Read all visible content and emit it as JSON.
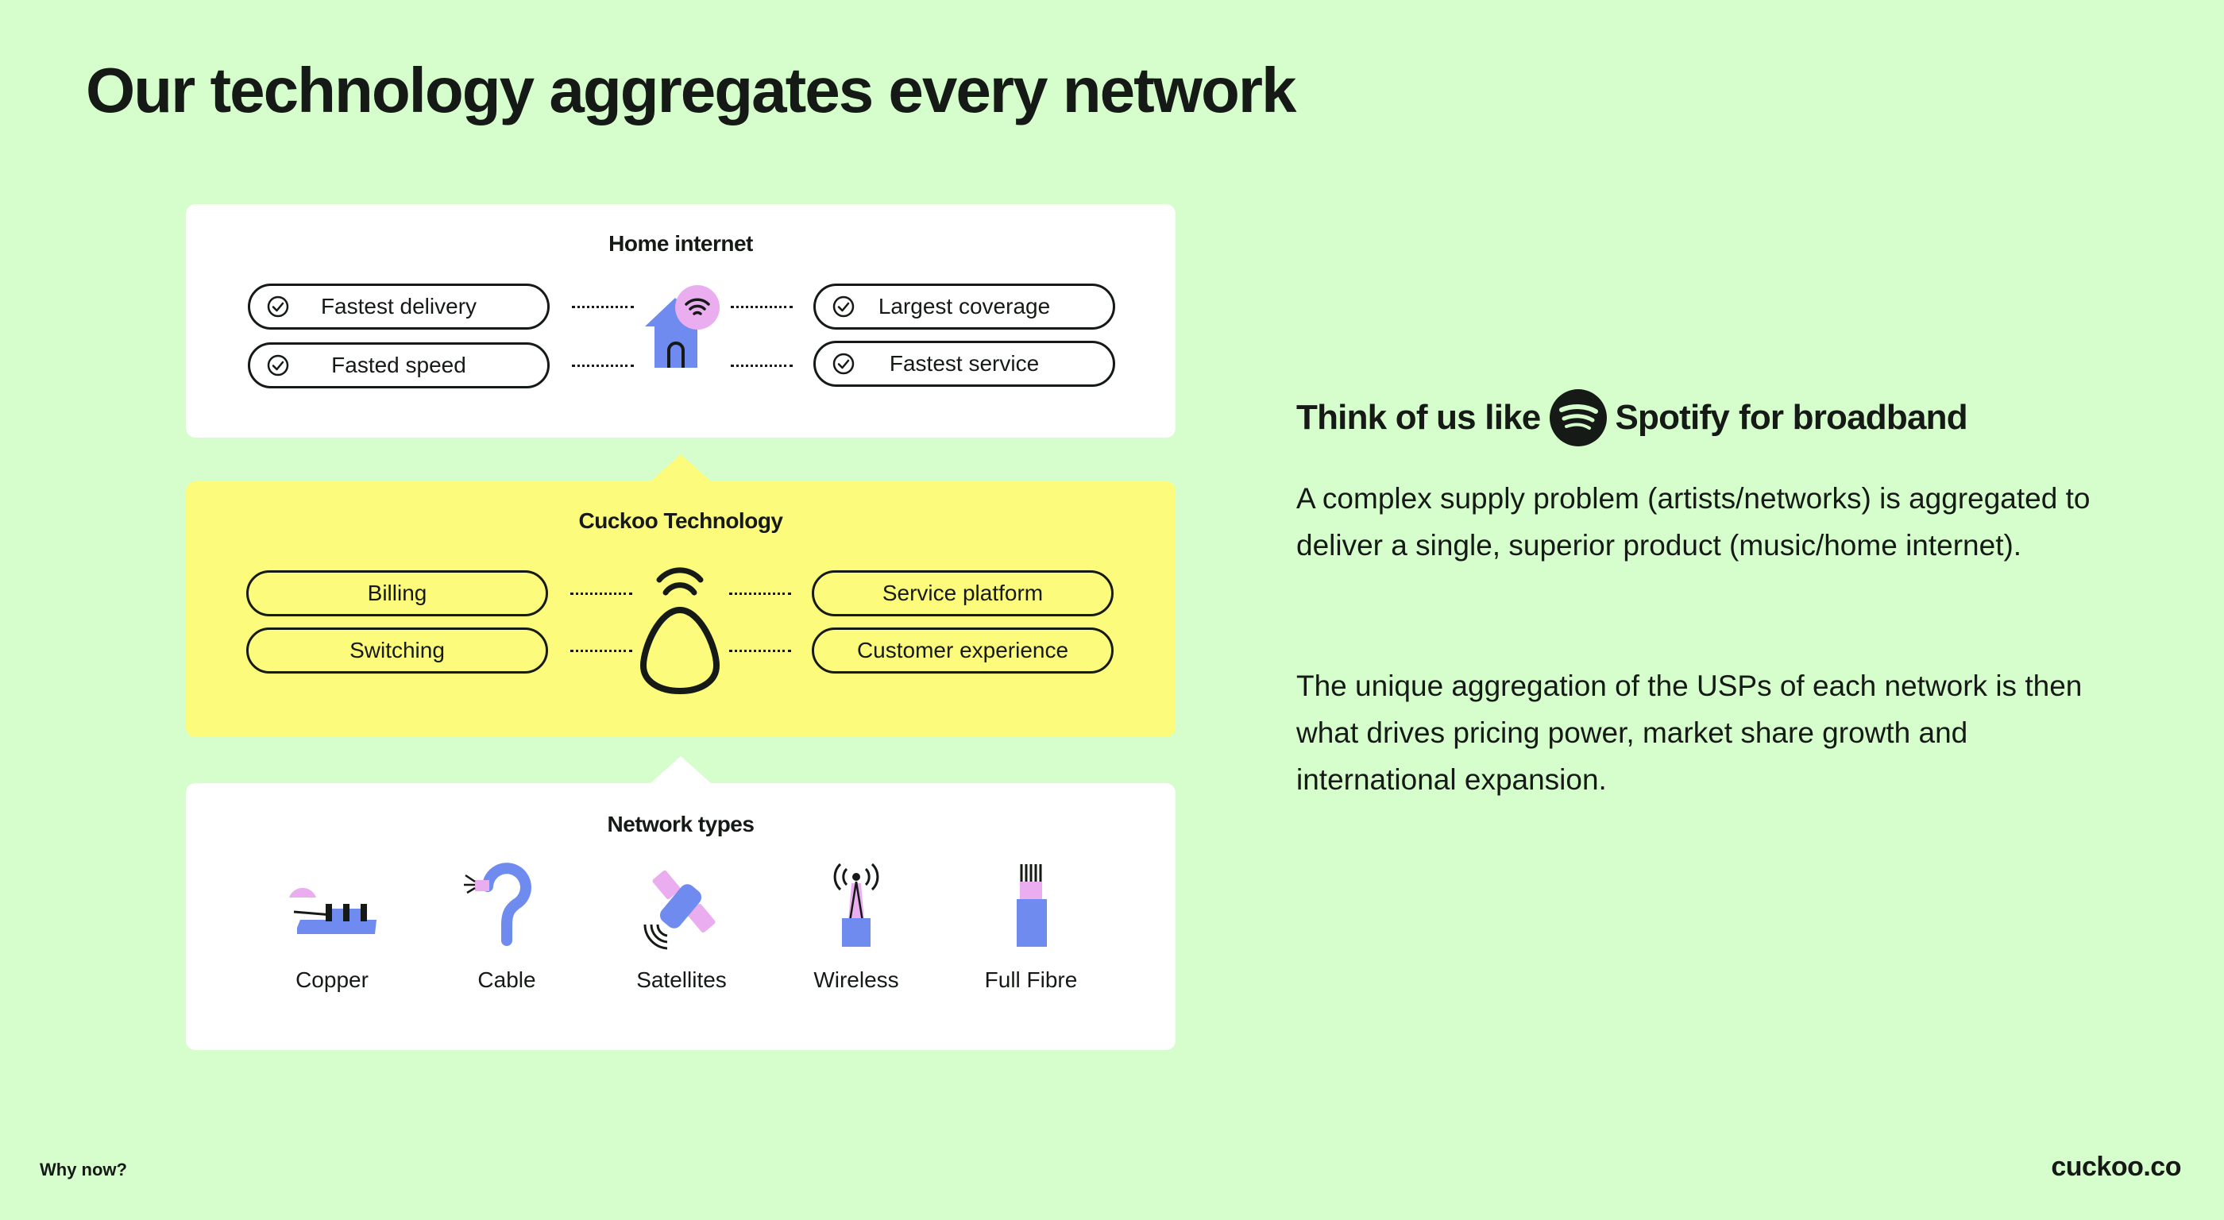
{
  "title": "Our technology aggregates every network",
  "colors": {
    "background": "#d6fecd",
    "accent_yellow": "#fcfb7c",
    "accent_blue": "#6f8bf0",
    "accent_pink": "#e9adf0",
    "ink": "#161a16"
  },
  "home": {
    "heading": "Home internet",
    "left": [
      "Fastest delivery",
      "Fasted speed"
    ],
    "right": [
      "Largest coverage",
      "Fastest service"
    ],
    "icon": "house-wifi-icon"
  },
  "tech": {
    "heading": "Cuckoo Technology",
    "left": [
      "Billing",
      "Switching"
    ],
    "right": [
      "Service platform",
      "Customer experience"
    ],
    "icon": "cuckoo-egg-icon"
  },
  "networks": {
    "heading": "Network types",
    "items": [
      {
        "label": "Copper",
        "icon": "copper-icon"
      },
      {
        "label": "Cable",
        "icon": "cable-icon"
      },
      {
        "label": "Satellites",
        "icon": "satellite-icon"
      },
      {
        "label": "Wireless",
        "icon": "wireless-icon"
      },
      {
        "label": "Full Fibre",
        "icon": "fibre-icon"
      }
    ]
  },
  "tagline": {
    "prefix": "Think of us like",
    "brand": "Spotify",
    "suffix": "for broadband",
    "icon": "spotify-logo-icon"
  },
  "paragraphs": [
    "A complex supply problem (artists/networks) is aggregated to deliver a single, superior product (music/home internet).",
    "The unique aggregation of the USPs of each network is then what drives pricing power, market share growth and international expansion."
  ],
  "footer": {
    "left": "Why now?",
    "right": "cuckoo.co"
  }
}
